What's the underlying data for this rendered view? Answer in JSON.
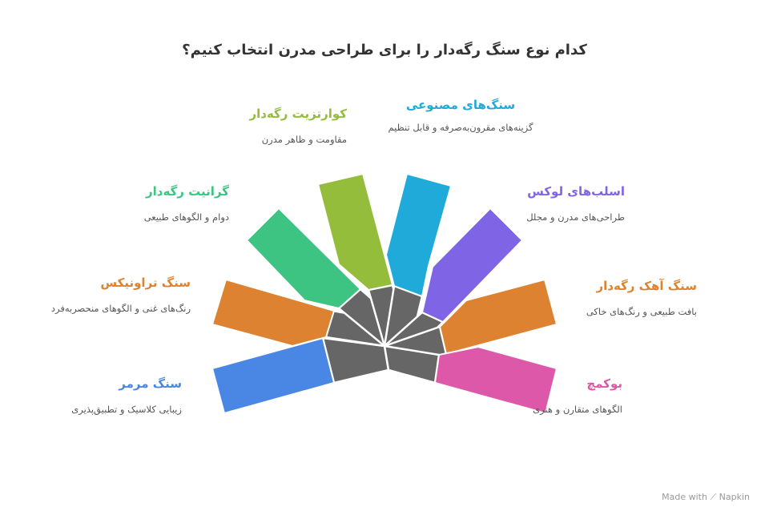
{
  "title": "کدام نوع سنگ رگه‌دار را برای طراحی مدرن انتخاب کنیم؟",
  "items": [
    {
      "title": "سنگ مرمر",
      "desc": "زیبایی کلاسیک و تطبیق‌پذیری",
      "color": "#4a86e4"
    },
    {
      "title": "سنگ تراونیکس",
      "desc": "رنگ‌های غنی و الگوهای منحصربه‌فرد",
      "color": "#dd8230"
    },
    {
      "title": "گرانیت رگه‌دار",
      "desc": "دوام و الگوهای طبیعی",
      "color": "#3dc482"
    },
    {
      "title": "کوارتزیت رگه‌دار",
      "desc": "مقاومت و ظاهر مدرن",
      "color": "#93bd3a"
    },
    {
      "title": "سنگ‌های مصنوعی",
      "desc": "گزینه‌های مقرون‌به‌صرفه و قابل تنظیم",
      "color": "#1faad9"
    },
    {
      "title": "اسلب‌های لوکس",
      "desc": "طراحی‌های مدرن و مجلل",
      "color": "#8064e6"
    },
    {
      "title": "سنگ آهک رگه‌دار",
      "desc": "بافت طبیعی و رنگ‌های خاکی",
      "color": "#dd8230"
    },
    {
      "title": "بوکمچ",
      "desc": "الگوهای متقارن و هنری",
      "color": "#dd58a8"
    }
  ],
  "footer": "Made with ⟋ Napkin"
}
